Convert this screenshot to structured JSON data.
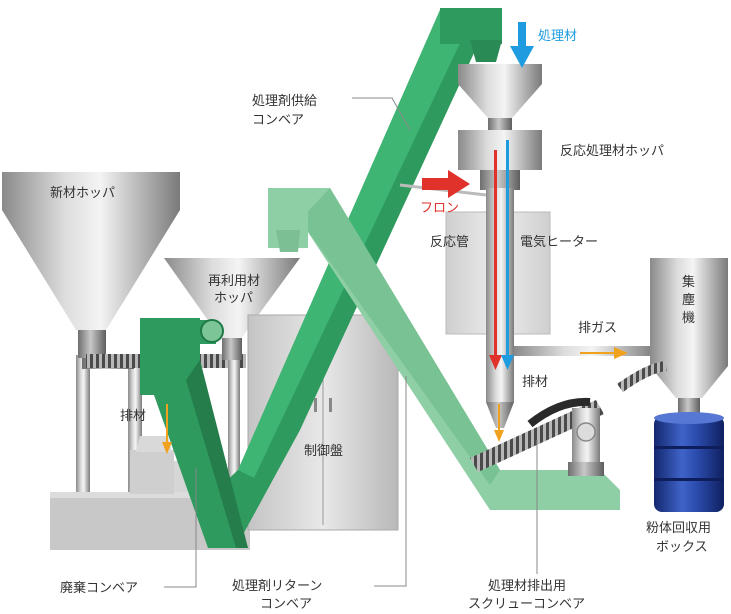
{
  "labels": {
    "new_hopper": "新材ホッパ",
    "reuse_hopper_1": "再利用材",
    "reuse_hopper_2": "ホッパ",
    "supply_conveyor_1": "処理剤供給",
    "supply_conveyor_2": "コンベア",
    "treatment_material": "処理材",
    "reaction_hopper": "反応処理材ホッパ",
    "freon": "フロン",
    "reaction_tube": "反応管",
    "electric_heater": "電気ヒーター",
    "dust_collector_1": "集",
    "dust_collector_2": "塵",
    "dust_collector_3": "機",
    "exhaust_gas": "排ガス",
    "discharge_right": "排材",
    "discharge_left": "排材",
    "control_panel": "制御盤",
    "powder_box_1": "粉体回収用",
    "powder_box_2": "ボックス",
    "waste_conveyor": "廃棄コンベア",
    "return_conveyor_1": "処理剤リターン",
    "return_conveyor_2": "コンベア",
    "screw_conveyor_1": "処理材排出用",
    "screw_conveyor_2": "スクリューコンベア"
  },
  "colors": {
    "conveyor_dark": "#2e9a5e",
    "conveyor_light": "#8fcfa6",
    "freon_arrow": "#e0312a",
    "material_arrow": "#1f9be0",
    "discharge_arrow": "#f0a21f",
    "drum": "#1f3fa0"
  }
}
